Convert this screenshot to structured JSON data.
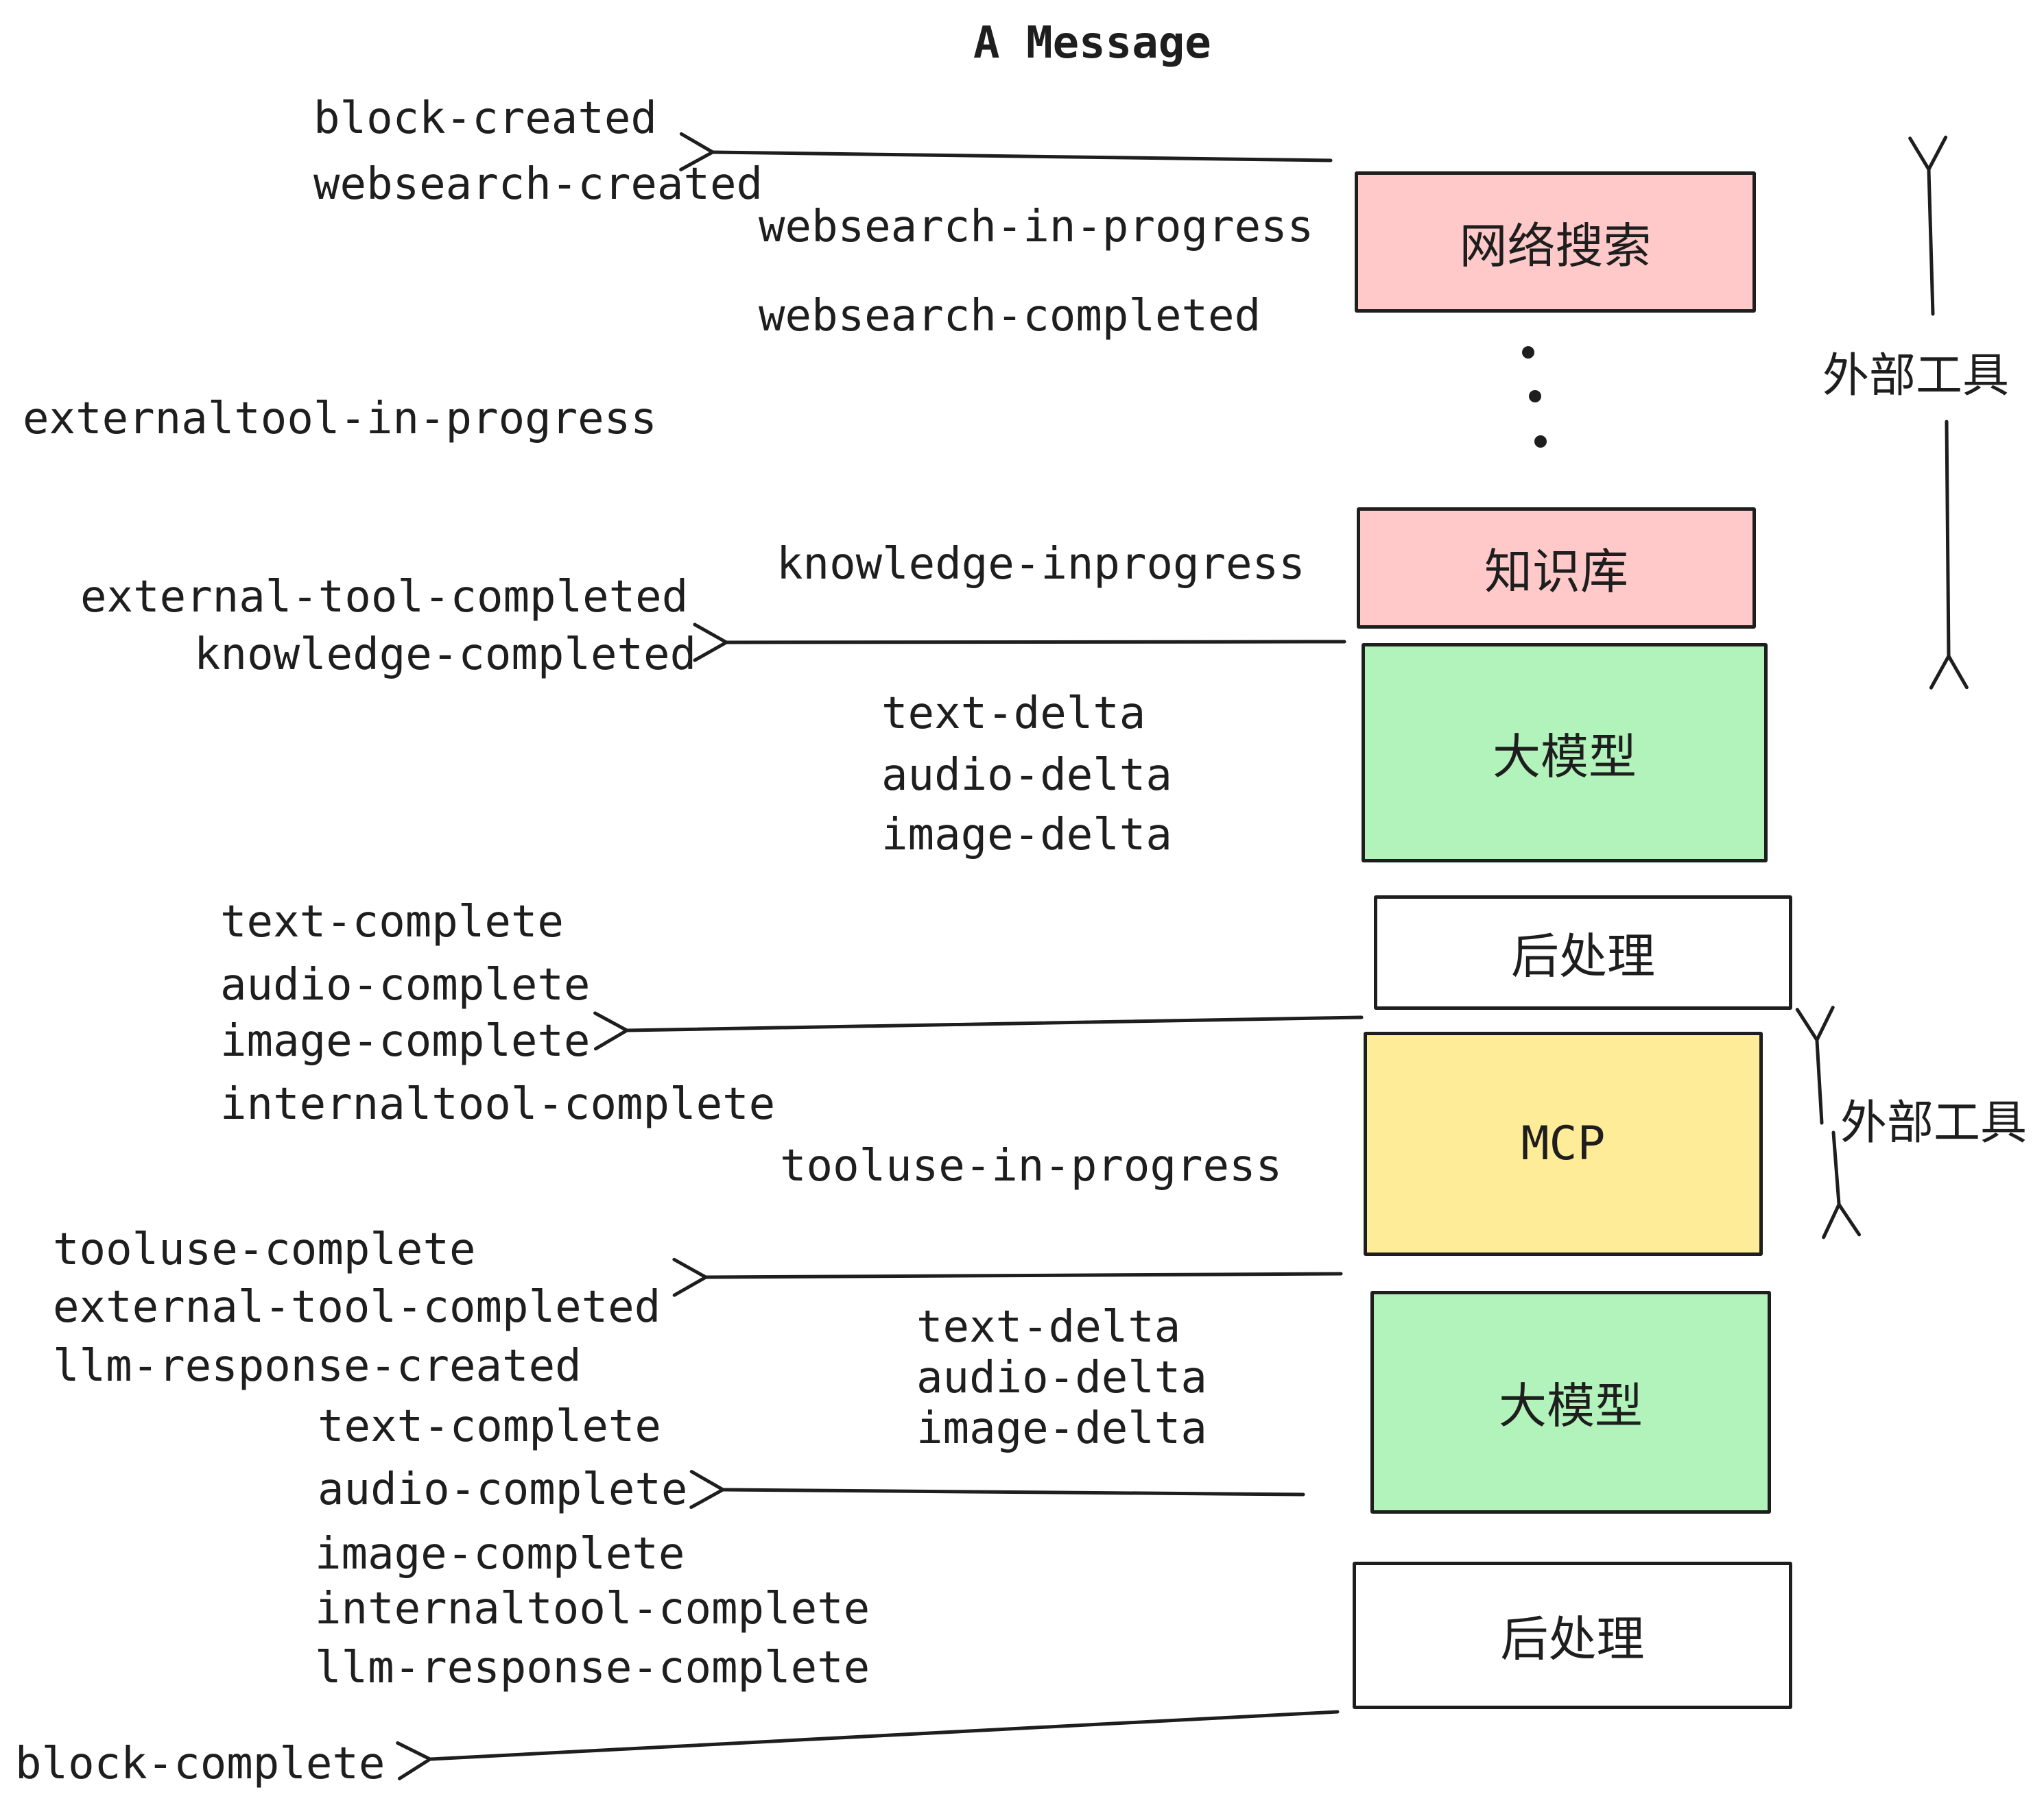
{
  "title": "A Message",
  "colors": {
    "pink": "#ffc9c9",
    "green": "#b2f2bb",
    "yellow": "#ffec99",
    "white": "#ffffff",
    "stroke": "#1e1e1e",
    "background": "#ffffff"
  },
  "boxes": {
    "websearch": {
      "label": "网络搜索",
      "color": "#ffc9c9"
    },
    "knowledge": {
      "label": "知识库",
      "color": "#ffc9c9"
    },
    "llm1": {
      "label": "大模型",
      "color": "#b2f2bb"
    },
    "post1": {
      "label": "后处理",
      "color": "#ffffff"
    },
    "mcp": {
      "label": "MCP",
      "color": "#ffec99"
    },
    "llm2": {
      "label": "大模型",
      "color": "#b2f2bb"
    },
    "post2": {
      "label": "后处理",
      "color": "#ffffff"
    }
  },
  "side_labels": {
    "external_tools_top": "外部工具",
    "external_tools_bottom": "外部工具"
  },
  "events": [
    {
      "id": "block-created",
      "text": "block-created"
    },
    {
      "id": "websearch-created",
      "text": "websearch-created"
    },
    {
      "id": "websearch-in-progress",
      "text": "websearch-in-progress"
    },
    {
      "id": "websearch-completed",
      "text": "websearch-completed"
    },
    {
      "id": "externaltool-in-progress",
      "text": "externaltool-in-progress"
    },
    {
      "id": "external-tool-completed",
      "text": "external-tool-completed"
    },
    {
      "id": "knowledge-completed",
      "text": "knowledge-completed"
    },
    {
      "id": "knowledge-inprogress",
      "text": "knowledge-inprogress"
    },
    {
      "id": "text-delta-1",
      "text": "text-delta"
    },
    {
      "id": "audio-delta-1",
      "text": "audio-delta"
    },
    {
      "id": "image-delta-1",
      "text": "image-delta"
    },
    {
      "id": "text-complete-1",
      "text": "text-complete"
    },
    {
      "id": "audio-complete-1",
      "text": "audio-complete"
    },
    {
      "id": "image-complete-1",
      "text": "image-complete"
    },
    {
      "id": "internaltool-complete-1",
      "text": "internaltool-complete"
    },
    {
      "id": "tooluse-in-progress",
      "text": "tooluse-in-progress"
    },
    {
      "id": "tooluse-complete",
      "text": "tooluse-complete"
    },
    {
      "id": "external-tool-completed-2",
      "text": "external-tool-completed"
    },
    {
      "id": "llm-response-created",
      "text": "llm-response-created"
    },
    {
      "id": "text-complete-2",
      "text": "text-complete"
    },
    {
      "id": "audio-complete-2",
      "text": "audio-complete"
    },
    {
      "id": "text-delta-2",
      "text": "text-delta"
    },
    {
      "id": "audio-delta-2",
      "text": "audio-delta"
    },
    {
      "id": "image-delta-2",
      "text": "image-delta"
    },
    {
      "id": "image-complete-2",
      "text": "image-complete"
    },
    {
      "id": "internaltool-complete-2",
      "text": "internaltool-complete"
    },
    {
      "id": "llm-response-complete",
      "text": "llm-response-complete"
    },
    {
      "id": "block-complete",
      "text": "block-complete"
    }
  ]
}
